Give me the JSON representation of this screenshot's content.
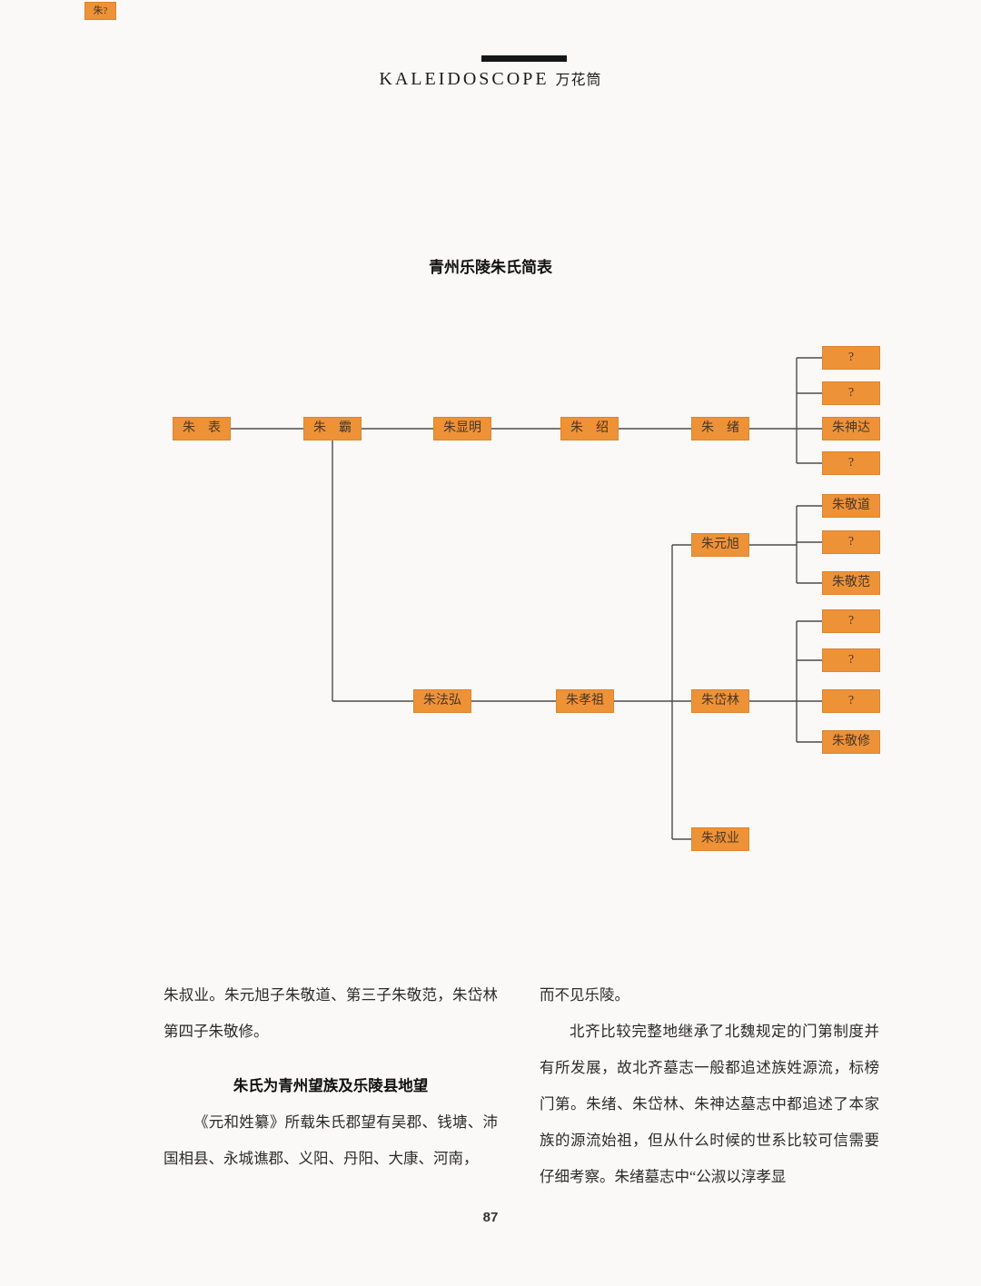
{
  "page": {
    "number": "87"
  },
  "header": {
    "brand": "KALEIDOSCOPE",
    "brand_cn": "万花筒"
  },
  "chart": {
    "title": "青州乐陵朱氏简表",
    "corner_label": "朱?",
    "nodes": {
      "biao": "朱　表",
      "ba": "朱　霸",
      "xianming": "朱显明",
      "shao": "朱　绍",
      "xu": "朱　绪",
      "xu_c1": "?",
      "xu_c2": "?",
      "shenda": "朱神达",
      "xu_c4": "?",
      "yuanxu": "朱元旭",
      "jingdao": "朱敬道",
      "yuanxu_c2": "?",
      "jingfan": "朱敬范",
      "fahong": "朱法弘",
      "xiaozu": "朱孝祖",
      "dailin": "朱岱林",
      "dailin_c1": "?",
      "dailin_c2": "?",
      "dailin_c3": "?",
      "jingxiu": "朱敬修",
      "shuye": "朱叔业"
    }
  },
  "article": {
    "left_para1": "朱叔业。朱元旭子朱敬道、第三子朱敬范，朱岱林第四子朱敬修。",
    "left_heading": "朱氏为青州望族及乐陵县地望",
    "left_para2": "《元和姓纂》所载朱氏郡望有吴郡、钱塘、沛国相县、永城谯郡、义阳、丹阳、大康、河南，",
    "right_para1": "而不见乐陵。",
    "right_para2": "北齐比较完整地继承了北魏规定的门第制度并有所发展，故北齐墓志一般都追述族姓源流，标榜门第。朱绪、朱岱林、朱神达墓志中都追述了本家族的源流始祖，但从什么时候的世系比较可信需要仔细考察。朱绪墓志中“公淑以淳孝显"
  }
}
